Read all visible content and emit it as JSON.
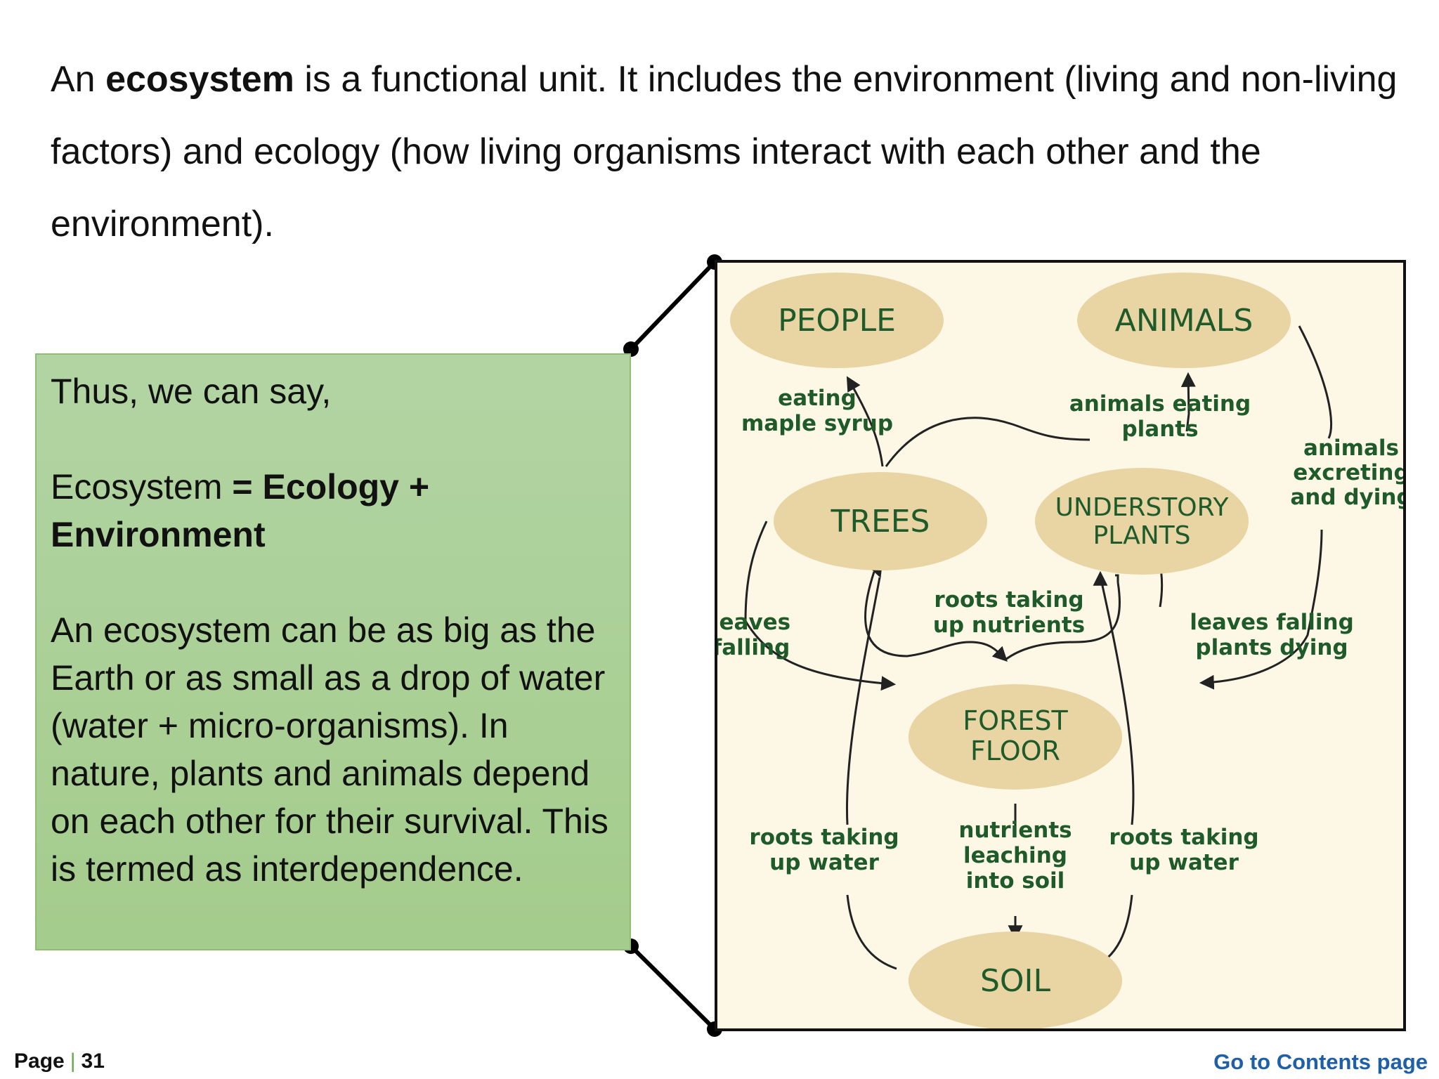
{
  "intro": {
    "prefix": "An ",
    "bold": "ecosystem",
    "rest": " is a functional unit. It includes the environment (living and non-living factors) and ecology (how living organisms interact with each other and the environment)."
  },
  "callout": {
    "line1": "Thus, we can say,",
    "eq_prefix": "Ecosystem ",
    "eq_bold": "= Ecology + Environment",
    "body": "An ecosystem can be as big as the Earth or as small as a drop of water (water + micro-organisms). In nature, plants and animals depend on each other for their survival. This is termed as interdependence."
  },
  "diagram": {
    "nodes": {
      "people": "PEOPLE",
      "animals": "ANIMALS",
      "trees": "TREES",
      "understory_1": "UNDERSTORY",
      "understory_2": "PLANTS",
      "forest_1": "FOREST",
      "forest_2": "FLOOR",
      "soil": "SOIL"
    },
    "edges": {
      "eating_1": "eating",
      "eating_2": "maple syrup",
      "animals_eating_1": "animals eating",
      "animals_eating_2": "plants",
      "excreting_1": "animals",
      "excreting_2": "excreting",
      "excreting_3": "and dying",
      "leaves_1": "leaves",
      "leaves_2": "falling",
      "roots_nut_1": "roots taking",
      "roots_nut_2": "up nutrients",
      "leaves_plants_1": "leaves falling",
      "leaves_plants_2": "plants dying",
      "roots_water_l1": "roots taking",
      "roots_water_l2": "up water",
      "leaching_1": "nutrients",
      "leaching_2": "leaching",
      "leaching_3": "into soil",
      "roots_water_r1": "roots taking",
      "roots_water_r2": "up water"
    },
    "colors": {
      "node_fill": "#e9d4a4",
      "text": "#1f5a2a",
      "background": "#fdf8e6"
    }
  },
  "footer": {
    "page_label": "Page",
    "separator": "|",
    "page_number": "31",
    "contents_link": "Go to Contents page"
  }
}
